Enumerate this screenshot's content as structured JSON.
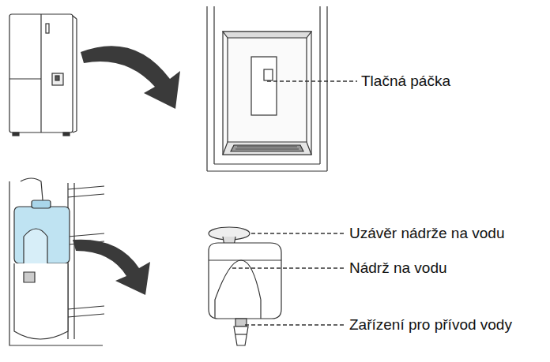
{
  "diagram": {
    "labels": [
      "Tlačná páčka",
      "Uzávěr nádrže na vodu",
      "Nádrž na vodu",
      "Zařízení pro přívod vody"
    ]
  }
}
